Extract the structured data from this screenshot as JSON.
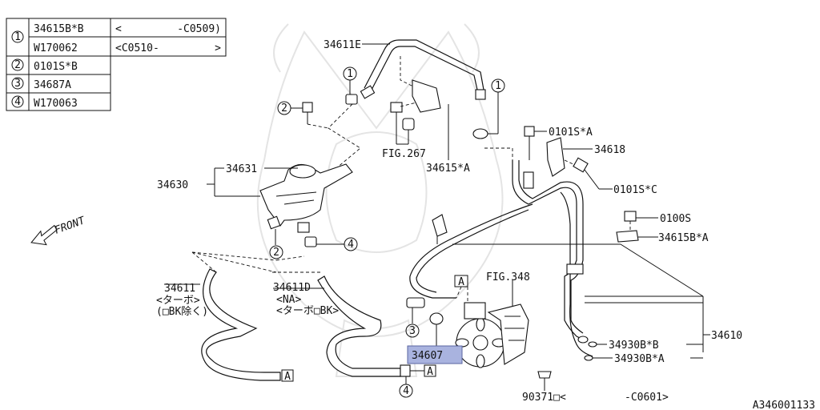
{
  "legend": [
    {
      "num": "1",
      "rows": [
        {
          "part": "34615B*B",
          "range_left": "<",
          "range_right": "-C0509)"
        },
        {
          "part": "W170062",
          "range_left": "<C0510-",
          "range_right": ">"
        }
      ]
    },
    {
      "num": "2",
      "rows": [
        {
          "part": "0101S*B"
        }
      ]
    },
    {
      "num": "3",
      "rows": [
        {
          "part": "34687A"
        }
      ]
    },
    {
      "num": "4",
      "rows": [
        {
          "part": "W170063"
        }
      ]
    }
  ],
  "labels": {
    "p34611E": "34611E",
    "fig267": "FIG.267",
    "p34615A": "34615*A",
    "p0101SA": "0101S*A",
    "p34618": "34618",
    "p0101SC": "0101S*C",
    "p0100S": "0100S",
    "p34615BA": "34615B*A",
    "p34631": "34631",
    "p34630": "34630",
    "front": "FRONT",
    "p34611": "34611",
    "p34611_note1": "<ターボ>",
    "p34611_note2": "(□BK除く)",
    "p34611D": "34611D",
    "p34611D_note1": "<NA>",
    "p34611D_note2": "<ターボ□BK>",
    "fig348": "FIG.348",
    "p34610": "34610",
    "p34930BB": "34930B*B",
    "p34930BA": "34930B*A",
    "p34607": "34607",
    "p90371": "90371□<",
    "p90371_range": "-C0601>",
    "ref_A": "A",
    "c1": "1",
    "c2": "2",
    "c3": "3",
    "c4": "4",
    "illustration_id": "A346001133"
  },
  "colors": {
    "highlight": "#a9b3df",
    "line": "#111111",
    "watermark": "#e4e4e4"
  }
}
